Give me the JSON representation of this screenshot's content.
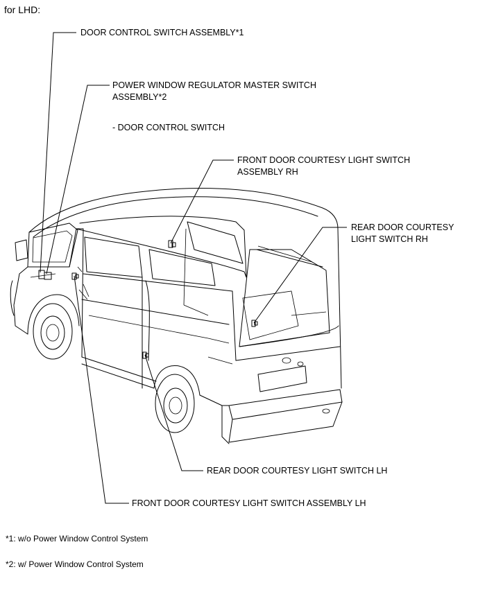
{
  "title": "for LHD:",
  "labels": {
    "door_control_switch_assembly": "DOOR CONTROL SWITCH ASSEMBLY*1",
    "pw_master_switch_line1": "POWER WINDOW REGULATOR MASTER SWITCH",
    "pw_master_switch_line2": "ASSEMBLY*2",
    "door_control_switch": "- DOOR CONTROL SWITCH",
    "front_courtesy_rh_line1": "FRONT DOOR COURTESY LIGHT SWITCH",
    "front_courtesy_rh_line2": "ASSEMBLY RH",
    "rear_courtesy_rh_line1": "REAR DOOR COURTESY",
    "rear_courtesy_rh_line2": "LIGHT SWITCH RH",
    "rear_courtesy_lh": "REAR DOOR COURTESY LIGHT SWITCH LH",
    "front_courtesy_lh": "FRONT DOOR COURTESY LIGHT SWITCH ASSEMBLY LH"
  },
  "footnotes": {
    "note1": "*1: w/o Power Window Control System",
    "note2": "*2: w/ Power Window Control System"
  }
}
